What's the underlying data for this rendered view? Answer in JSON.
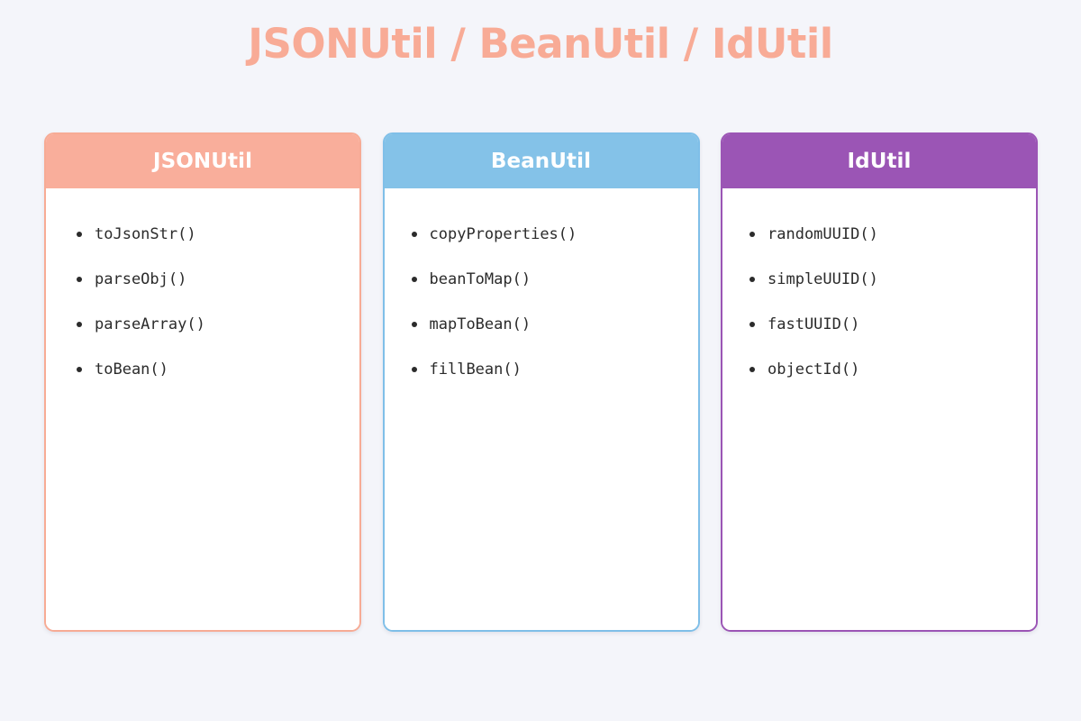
{
  "page": {
    "title": "JSONUtil / BeanUtil / IdUtil",
    "background_color": "#f4f5fa",
    "title_color": "#f8ab96"
  },
  "cards": [
    {
      "id": "jsonutil",
      "header": "JSONUtil",
      "header_color": "#f9ae9b",
      "border_color": "#f7ab95",
      "methods": [
        "toJsonStr()",
        "parseObj()",
        "parseArray()",
        "toBean()"
      ]
    },
    {
      "id": "beanutil",
      "header": "BeanUtil",
      "header_color": "#84c2e8",
      "border_color": "#7fbfe8",
      "methods": [
        "copyProperties()",
        "beanToMap()",
        "mapToBean()",
        "fillBean()"
      ]
    },
    {
      "id": "idutil",
      "header": "IdUtil",
      "header_color": "#9b55b5",
      "border_color": "#9b55b5",
      "methods": [
        "randomUUID()",
        "simpleUUID()",
        "fastUUID()",
        "objectId()"
      ]
    }
  ]
}
